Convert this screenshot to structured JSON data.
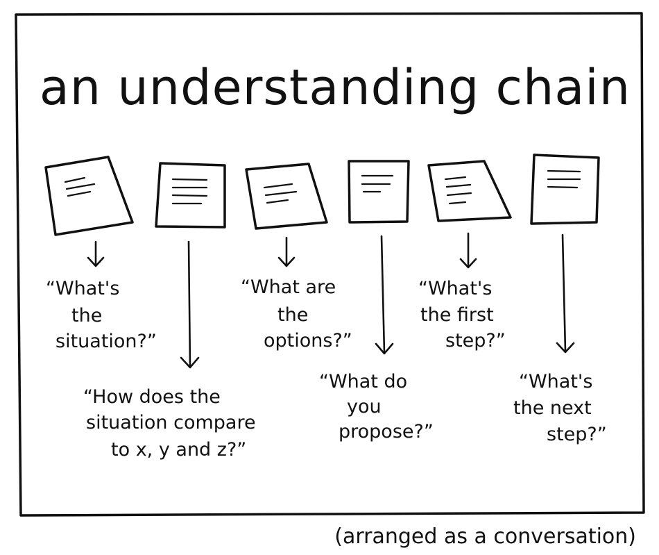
{
  "title": "an understanding chain",
  "caption": "(arranged as a conversation)",
  "steps": [
    {
      "lines": [
        "“What's",
        "the",
        "situation?”"
      ]
    },
    {
      "lines": [
        "“How does the",
        "situation compare",
        "to x, y and z?”"
      ]
    },
    {
      "lines": [
        "“What are",
        "the",
        "options?”"
      ]
    },
    {
      "lines": [
        "“What do",
        "you",
        "propose?”"
      ]
    },
    {
      "lines": [
        "“What's",
        "the first",
        "step?”"
      ]
    },
    {
      "lines": [
        "“What's",
        "the next",
        "step?”"
      ]
    }
  ]
}
